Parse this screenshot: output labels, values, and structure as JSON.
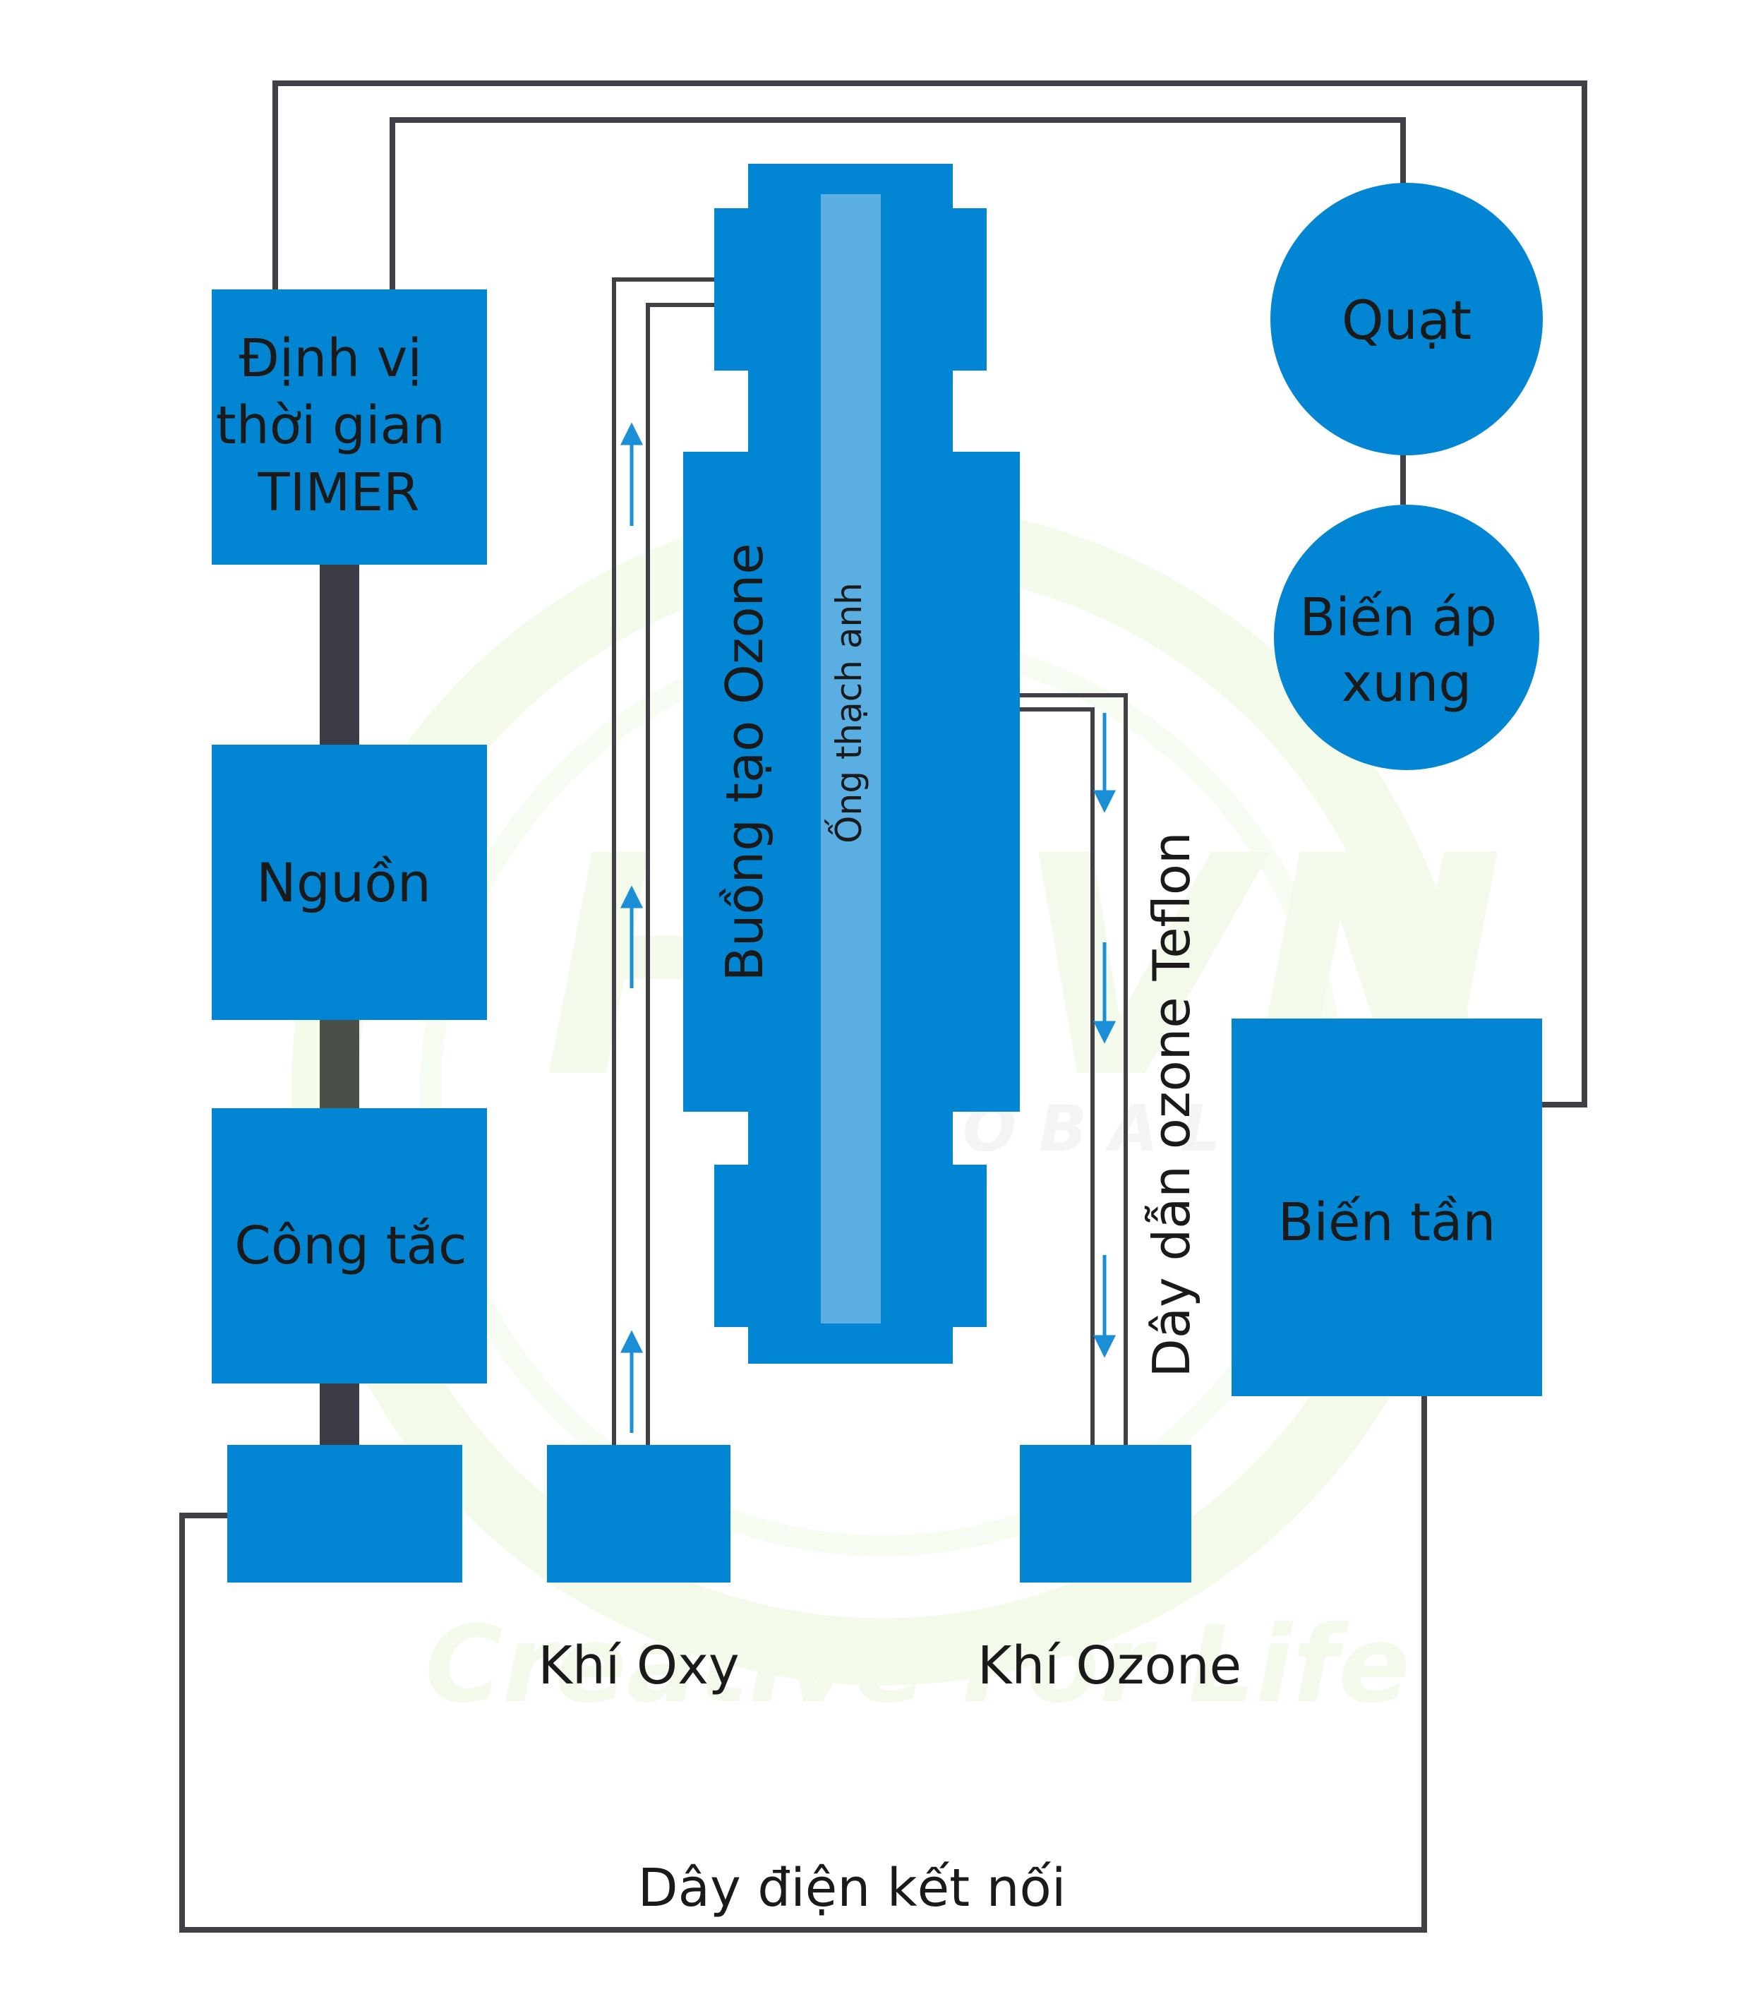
{
  "colors": {
    "block": "#0285d3",
    "quartz_tube": "#5aaee2",
    "wire": "#404046",
    "thick_wire": "#3c3c46",
    "flow_arrow": "#1a8fd6",
    "text": "#1a1a1a",
    "watermark": "#e9f6d6"
  },
  "blocks": {
    "timer": {
      "line1": "Định vị",
      "line2": "thời gian",
      "line3": "TIMER"
    },
    "power": "Nguồn",
    "switch": "Công tắc",
    "fan": "Quạt",
    "transformer": {
      "line1": "Biến áp",
      "line2": "xung"
    },
    "inverter": "Biến tần",
    "chamber": "Buồng tạo Ozone",
    "quartz_tube": "Ống thạch anh"
  },
  "labels": {
    "oxygen_gas": "Khí Oxy",
    "ozone_gas": "Khí Ozone",
    "teflon_pipe": "Dây dẫn ozone Teflon",
    "connecting_wire": "Dây điện kết nối"
  },
  "watermark": {
    "logo": "HSVN",
    "sub": "G L O B A L",
    "slogan": "Creative For Life"
  }
}
